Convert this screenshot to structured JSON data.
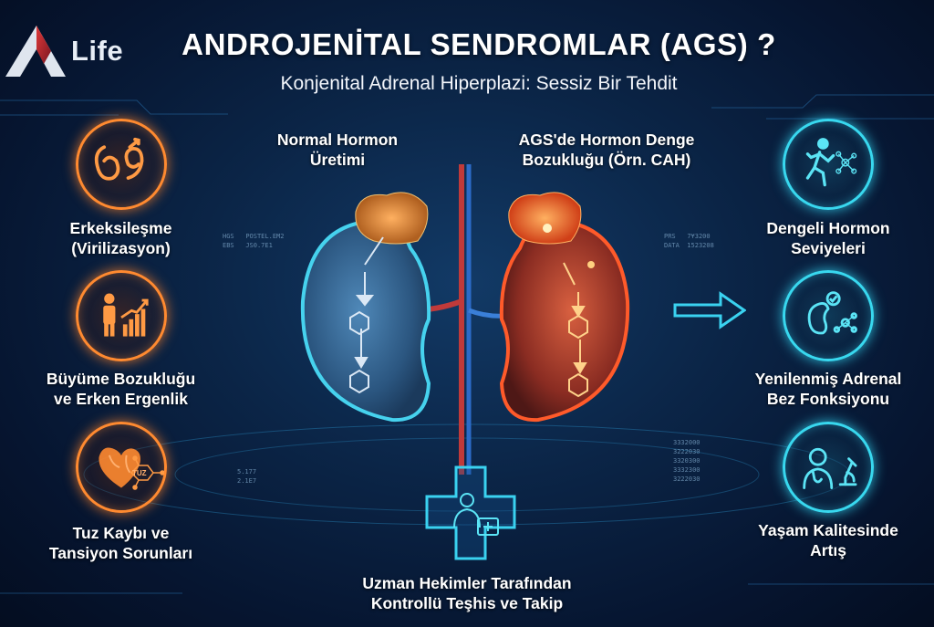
{
  "brand": {
    "name": "Life"
  },
  "header": {
    "title": "ANDROJENİTAL SENDROMLAR (AGS) ?",
    "subtitle": "Konjenital Adrenal Hiperplazi: Sessiz Bir Tehdit"
  },
  "center": {
    "normal_label": [
      "Normal Hormon",
      "Üretimi"
    ],
    "ags_label": [
      "AGS'de Hormon Denge",
      "Bozukluğu (Örn. CAH)"
    ],
    "bottom_label": [
      "Uzman Hekimler Tarafından",
      "Kontrollü Teşhis ve Takip"
    ]
  },
  "left_items": [
    {
      "icon": "virilization-symbols-icon",
      "label": [
        "Erkeksileşme",
        "(Virilizasyon)"
      ]
    },
    {
      "icon": "growth-chart-icon",
      "label": [
        "Büyüme Bozukluğu",
        "ve Erken Ergenlik"
      ]
    },
    {
      "icon": "heart-salt-icon",
      "label": [
        "Tuz Kaybı ve",
        "Tansiyon Sorunları"
      ],
      "badge": "TUZ"
    }
  ],
  "right_items": [
    {
      "icon": "running-person-icon",
      "label": [
        "Dengeli Hormon",
        "Seviyeleri"
      ]
    },
    {
      "icon": "adrenal-check-icon",
      "label": [
        "Yenilenmiş Adrenal",
        "Bez Fonksiyonu"
      ]
    },
    {
      "icon": "doctor-microscope-icon",
      "label": [
        "Yaşam Kalitesinde",
        "Artış"
      ]
    }
  ],
  "hud": {
    "left_top": [
      "HGS",
      "EBS"
    ],
    "left_top_values": [
      "POSTEL.EM2",
      "JS0.7E1"
    ],
    "right_top": [
      "PRS",
      "DATA"
    ],
    "right_top_values": [
      "7¥3200",
      "1523208"
    ],
    "left_bottom": [
      "5.177",
      "2.1E7"
    ],
    "right_bottom_values": [
      "3332000",
      "3222030",
      "3320300",
      "3332300",
      "3222030"
    ]
  },
  "colors": {
    "orange": "#ff8a30",
    "teal": "#38d8ef",
    "red": "#ff4a2a",
    "blue_kidney": "#3a6ea0"
  }
}
